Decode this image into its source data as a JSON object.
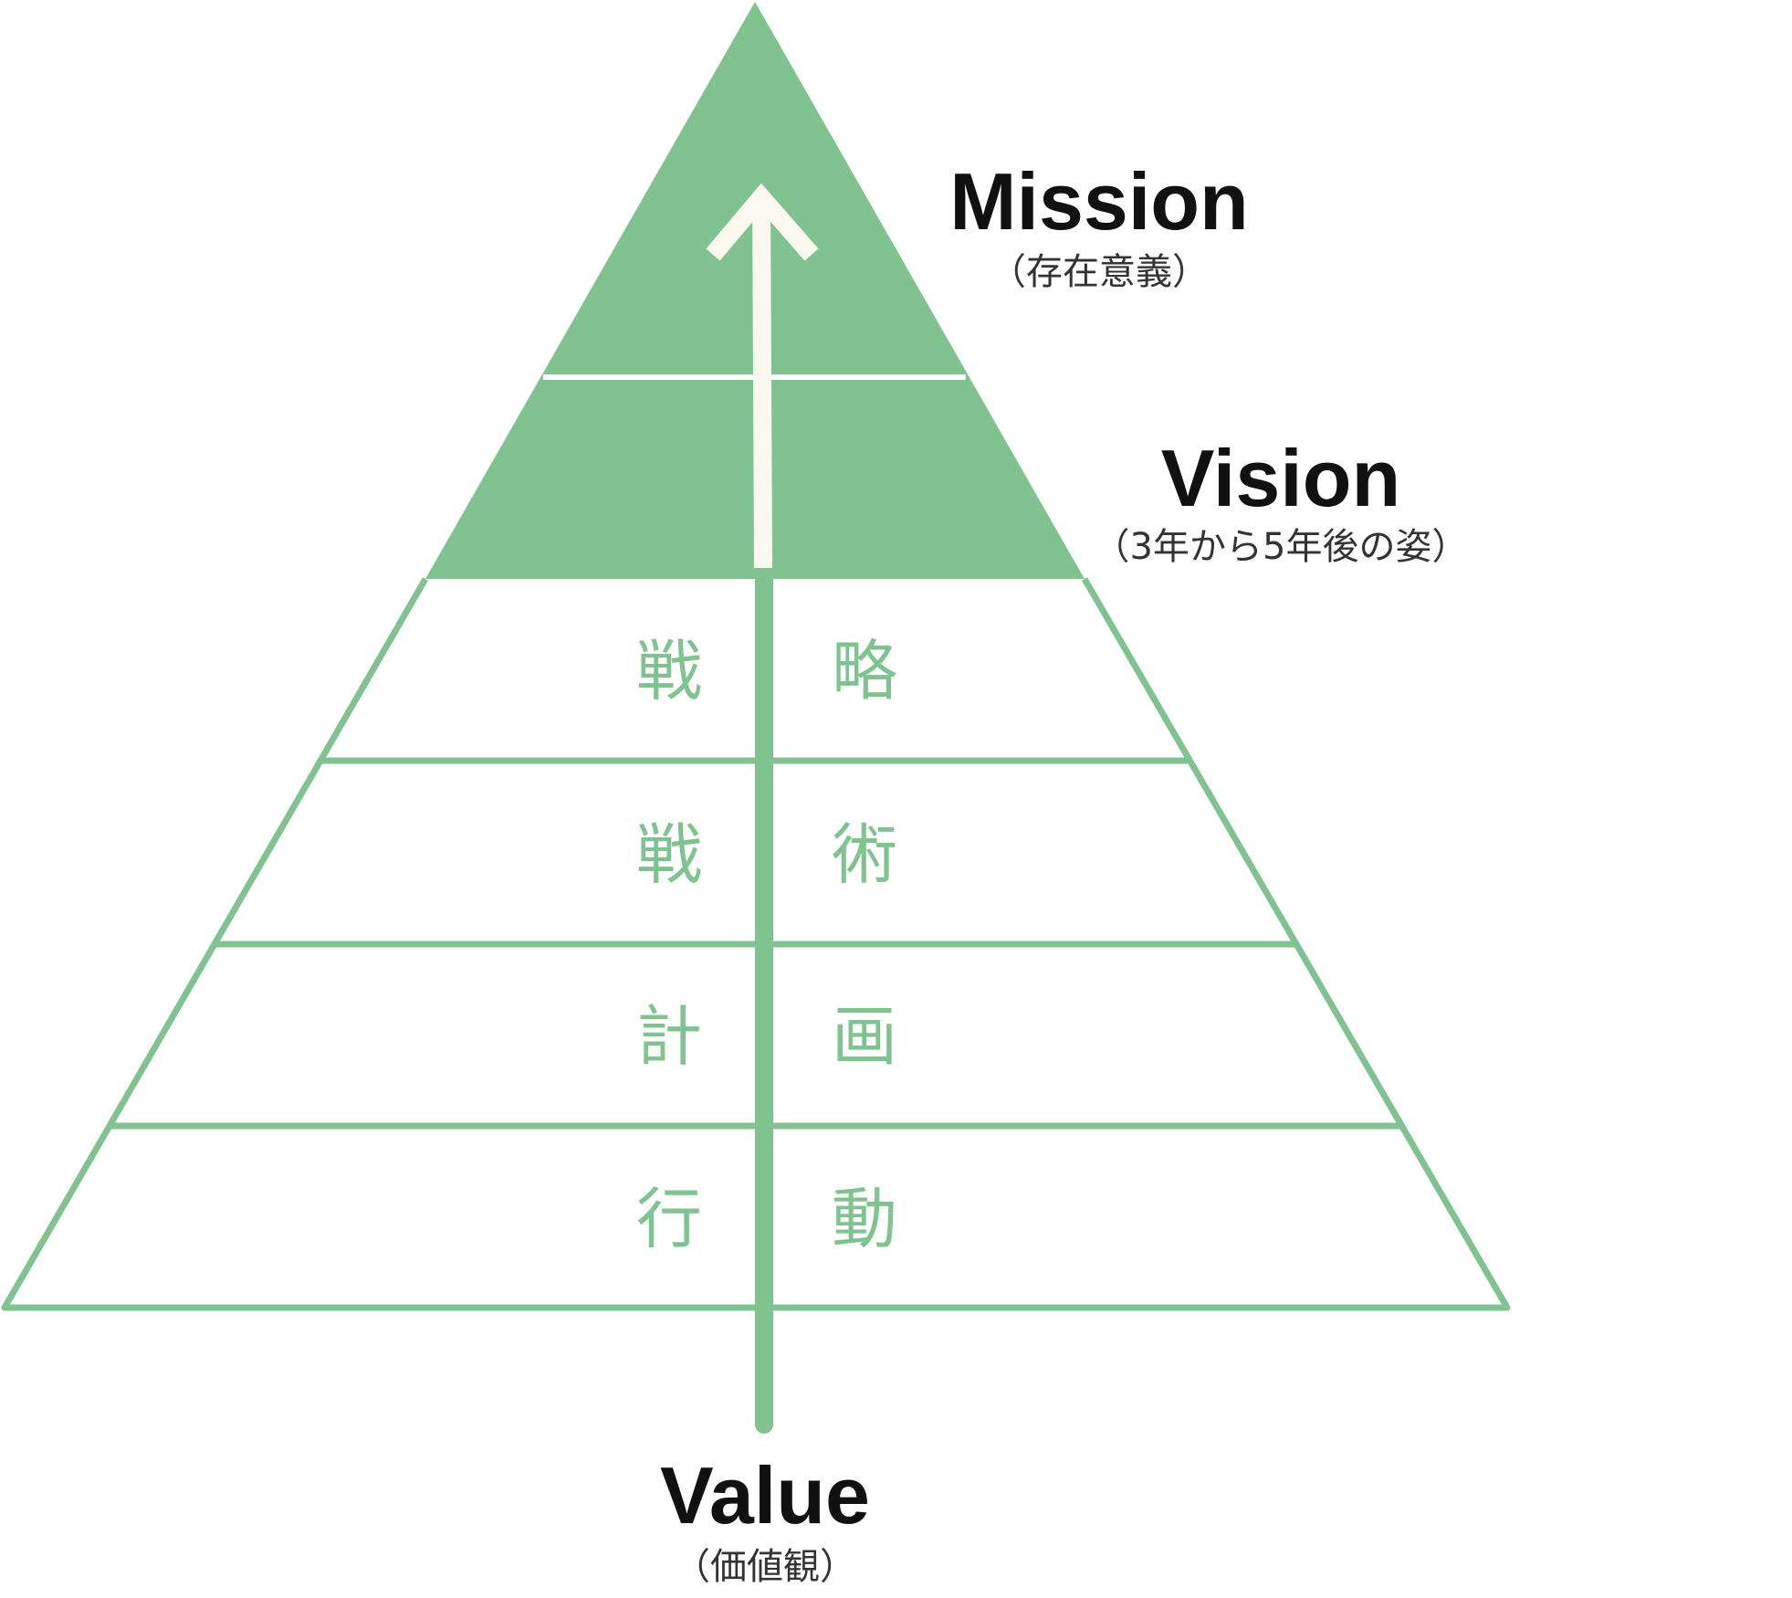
{
  "colors": {
    "green": "#80c391",
    "white": "#ffffff",
    "cream_arrow": "#fbf8ef",
    "text": "#111111"
  },
  "mission": {
    "title": "Mission",
    "subtitle": "（存在意義）"
  },
  "vision": {
    "title": "Vision",
    "subtitle": "（3年から5年後の姿）"
  },
  "value": {
    "title": "Value",
    "subtitle": "（価値観）"
  },
  "levels": [
    {
      "left": "戦",
      "right": "略"
    },
    {
      "left": "戦",
      "right": "術"
    },
    {
      "left": "計",
      "right": "画"
    },
    {
      "left": "行",
      "right": "動"
    }
  ]
}
